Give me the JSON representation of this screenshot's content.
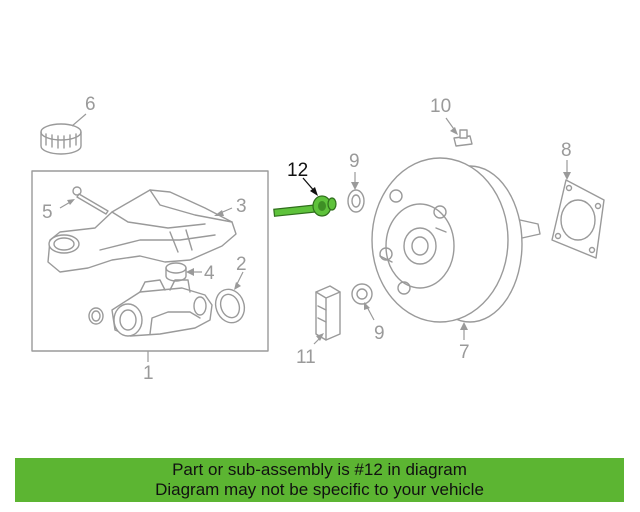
{
  "diagram": {
    "callouts": {
      "c1": "1",
      "c2": "2",
      "c3": "3",
      "c4": "4",
      "c5": "5",
      "c6": "6",
      "c7": "7",
      "c8": "8",
      "c9a": "9",
      "c9b": "9",
      "c10": "10",
      "c11": "11",
      "c12": "12"
    },
    "highlight_color": "#5ec23b"
  },
  "banner": {
    "line1": "Part or sub-assembly is #12 in diagram",
    "line2": "Diagram may not be specific to your vehicle",
    "background": "#5cb532"
  }
}
